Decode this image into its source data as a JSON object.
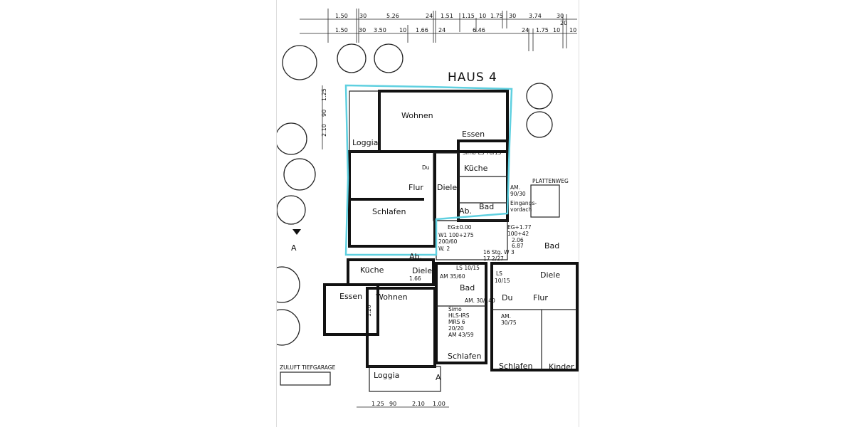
{
  "plan": {
    "title": "HAUS 4",
    "highlight_color": "#5fd0e0",
    "dimensions_top_row1": [
      "1.50",
      "30",
      "5.26",
      "24",
      "1.51",
      "1.15",
      "10",
      "1.75",
      "30",
      "3.74",
      "30"
    ],
    "dimensions_top_row2": [
      "1.50",
      "30",
      "3.50",
      "10",
      "1.66",
      "24",
      "6.46",
      "24",
      "1.75",
      "10",
      "20",
      "10"
    ],
    "dimensions_left": [
      "1.25",
      "90",
      "2.10"
    ],
    "dimensions_bottom": [
      "1.25",
      "90",
      "2.10",
      "1.00"
    ],
    "rooms_upper": {
      "wohnen": "Wohnen",
      "essen": "Essen",
      "loggia": "Loggia",
      "simo": "Simo-LS 70/15",
      "kueche": "Küche",
      "flur": "Flur",
      "diele": "Diele",
      "schlafen": "Schlafen",
      "ab": "Ab.",
      "bad": "Bad",
      "du": "Du"
    },
    "plattenweg": "PLATTENWEG",
    "eingang": [
      "AM.",
      "90/30",
      "Eingangs-",
      "vordach"
    ],
    "stair": {
      "eg0": "EG±0.00",
      "w1": "W1 100+275",
      "w1b": "200/60",
      "w2": "W. 2",
      "eg1": "EG+1.77",
      "eg1b": "100+42",
      "eg1c": "2.06",
      "eg1d": "6.87",
      "stg": "16 Stg. W 3",
      "stg2": "17 2/27"
    },
    "marker_a": "A",
    "rooms_lower": {
      "kueche": "Küche",
      "diele": "Diele",
      "diele_dim": "1.66",
      "ab": "Ab.",
      "ls1": "LS 10/15",
      "am1": "AM 35/60",
      "bad": "Bad",
      "bad_right": "Bad",
      "ls2": "LS",
      "ls2b": "10/15",
      "diele2": "Diele",
      "essen": "Essen",
      "wohnen": "Wohnen",
      "essen_dim": "1.26",
      "am2": "AM. 30/140",
      "du": "Du",
      "flur": "Flur",
      "simo": [
        "Simo",
        "HLS-IRS",
        "MRS 6",
        "20/20",
        "AM  43/59"
      ],
      "am3": [
        "AM.",
        "30/75"
      ],
      "schlafen1": "Schlafen",
      "schlafen2": "Schlafen",
      "kinder": "Kinder",
      "loggia": "Loggia",
      "a": "A"
    },
    "zuluft": "ZULUFT TIEFGARAGE"
  }
}
